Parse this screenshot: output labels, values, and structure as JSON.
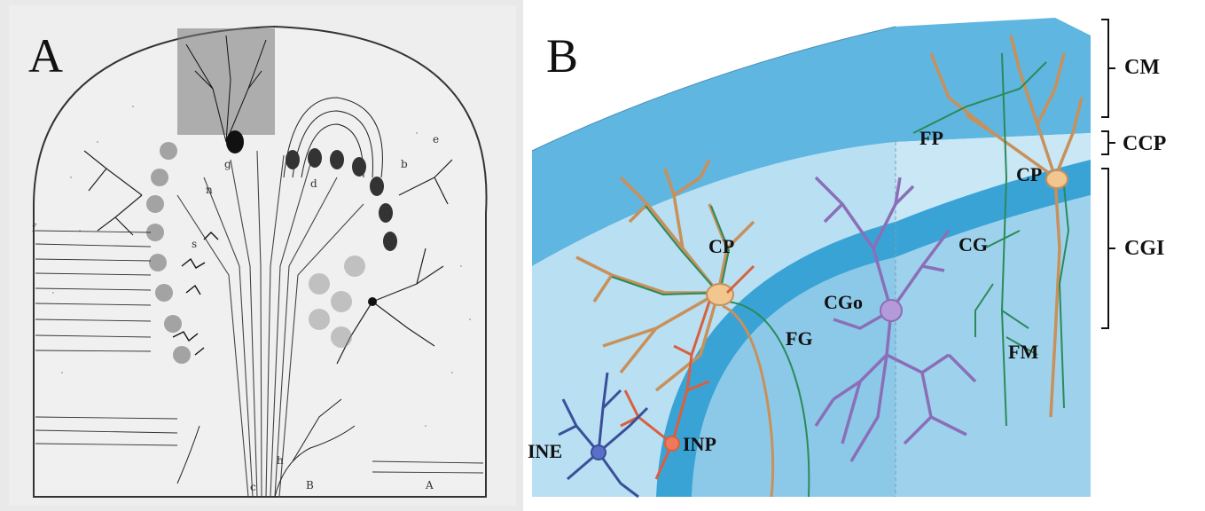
{
  "panel_a": {
    "letter": "A",
    "drawing_marks": {
      "c": "c",
      "B": "B",
      "A": "A",
      "f": "f",
      "g": "g",
      "n": "n",
      "d": "d",
      "b": "b",
      "s": "s",
      "h": "h",
      "e": "e"
    }
  },
  "panel_b": {
    "letter": "B",
    "labels": {
      "cp_left": "CP",
      "cp_right": "CP",
      "fp": "FP",
      "cg": "CG",
      "cgo": "CGo",
      "fg": "FG",
      "fm": "FM",
      "ine": "INE",
      "inp": "INP"
    },
    "layers": {
      "cm": "CM",
      "ccp": "CCP",
      "cgi": "CGI"
    },
    "colors": {
      "molecular_layer": "#9fd0ea",
      "purkinje_layer": "#3aa3d6",
      "granular_layer": "#bfe3f3",
      "purkinje_dendrite": "#c8905a",
      "climbing_fiber": "#2a8a5a",
      "golgi_cell": "#8a6fb8",
      "interneuron_e": "#3a4f9a",
      "interneuron_p": "#d8603f"
    }
  }
}
